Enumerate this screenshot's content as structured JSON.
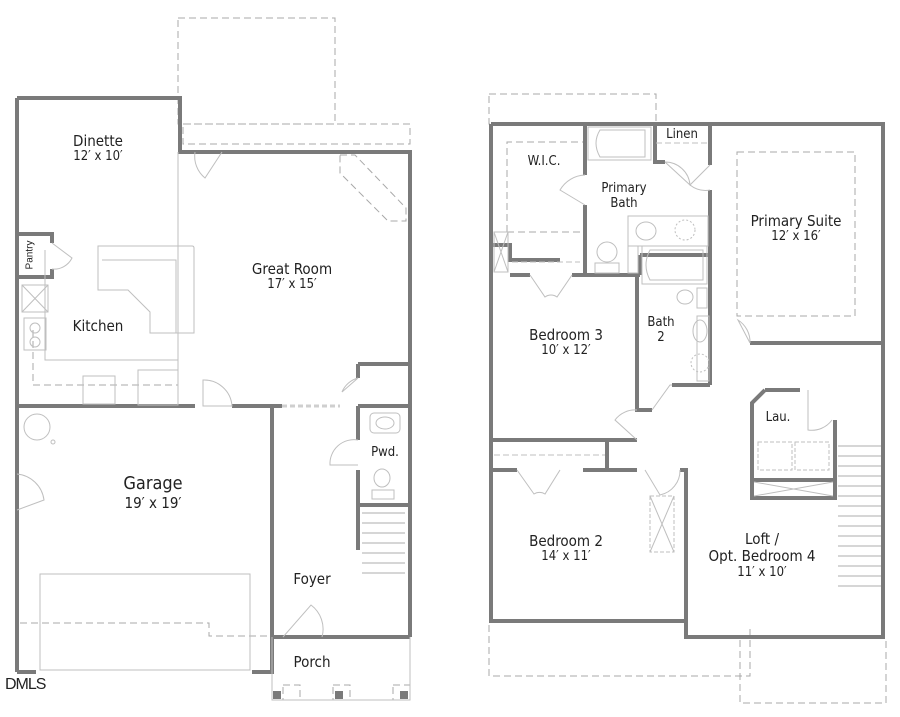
{
  "plans": {
    "first_floor": {
      "rooms": [
        {
          "name": "Dinette",
          "dims": "12′ x 10′"
        },
        {
          "name": "Great Room",
          "dims": "17′ x 15′"
        },
        {
          "name": "Kitchen",
          "dims": ""
        },
        {
          "name": "Pantry",
          "dims": ""
        },
        {
          "name": "Garage",
          "dims": "19′ x 19′"
        },
        {
          "name": "Pwd.",
          "dims": ""
        },
        {
          "name": "Foyer",
          "dims": ""
        },
        {
          "name": "Porch",
          "dims": ""
        }
      ]
    },
    "second_floor": {
      "rooms": [
        {
          "name": "W.I.C.",
          "dims": ""
        },
        {
          "name": "Linen",
          "dims": ""
        },
        {
          "name": "Primary\nBath",
          "dims": ""
        },
        {
          "name": "Primary Suite",
          "dims": "12′ x 16′"
        },
        {
          "name": "Bedroom 3",
          "dims": "10′ x 12′"
        },
        {
          "name": "Bath\n2",
          "dims": ""
        },
        {
          "name": "Lau.",
          "dims": ""
        },
        {
          "name": "Bedroom 2",
          "dims": "14′ x 11′"
        },
        {
          "name": "Loft /\nOpt. Bedroom 4",
          "dims": "11′ x 10′"
        }
      ]
    }
  },
  "labels": {
    "dinette": {
      "name": "Dinette",
      "dims": "12′ x 10′"
    },
    "great_room": {
      "name": "Great Room",
      "dims": "17′ x 15′"
    },
    "kitchen": {
      "name": "Kitchen"
    },
    "pantry": {
      "name": "Pantry"
    },
    "garage": {
      "name": "Garage",
      "dims": "19′ x 19′"
    },
    "powder": {
      "name": "Pwd."
    },
    "foyer": {
      "name": "Foyer"
    },
    "porch": {
      "name": "Porch"
    },
    "wic": {
      "name": "W.I.C."
    },
    "linen": {
      "name": "Linen"
    },
    "primary_bath": {
      "line1": "Primary",
      "line2": "Bath"
    },
    "primary_suite": {
      "name": "Primary Suite",
      "dims": "12′ x 16′"
    },
    "bedroom3": {
      "name": "Bedroom 3",
      "dims": "10′ x 12′"
    },
    "bath2": {
      "line1": "Bath",
      "line2": "2"
    },
    "laundry": {
      "name": "Lau."
    },
    "bedroom2": {
      "name": "Bedroom 2",
      "dims": "14′ x 11′"
    },
    "loft": {
      "line1": "Loft /",
      "line2": "Opt. Bedroom 4",
      "dims": "11′ x 10′"
    }
  },
  "watermark": "DMLS",
  "colors": {
    "wall": "#6e6e6e",
    "wall_fill": "#9a9a9a",
    "dash": "#a8a8a8",
    "fixture": "#8a8a8a",
    "text": "#222222"
  }
}
